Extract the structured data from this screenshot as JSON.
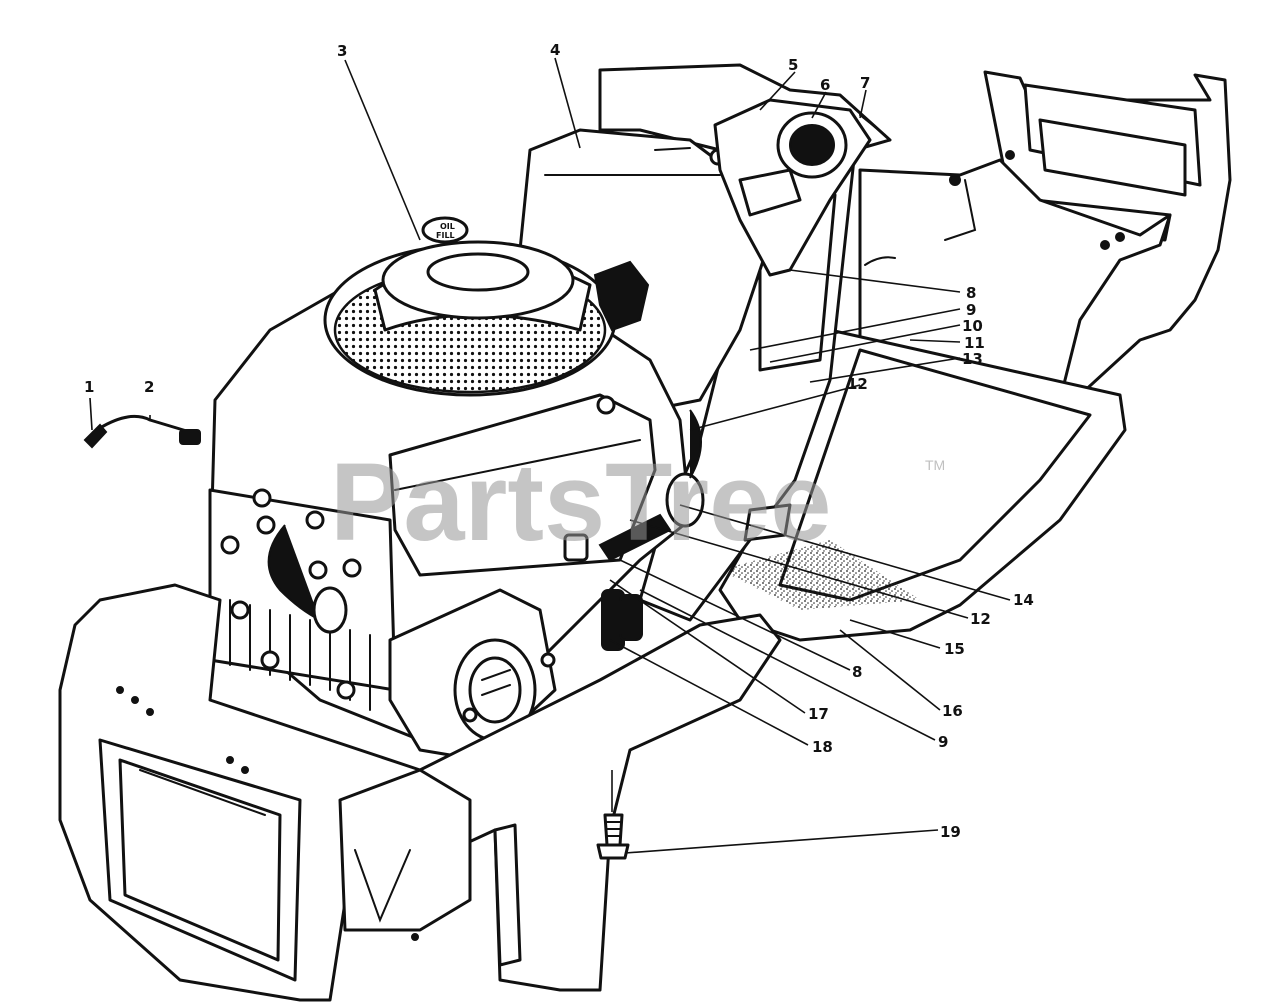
{
  "watermark": {
    "text": "PartsTree",
    "tm": "TM"
  },
  "oil_fill_cap": {
    "line1": "OIL",
    "line2": "FILL"
  },
  "callouts": [
    {
      "id": "c1",
      "label": "1"
    },
    {
      "id": "c2",
      "label": "2"
    },
    {
      "id": "c3",
      "label": "3"
    },
    {
      "id": "c4",
      "label": "4"
    },
    {
      "id": "c5",
      "label": "5"
    },
    {
      "id": "c6",
      "label": "6"
    },
    {
      "id": "c7",
      "label": "7"
    },
    {
      "id": "c8a",
      "label": "8"
    },
    {
      "id": "c9a",
      "label": "9"
    },
    {
      "id": "c10",
      "label": "10"
    },
    {
      "id": "c11",
      "label": "11"
    },
    {
      "id": "c13",
      "label": "13"
    },
    {
      "id": "c12a",
      "label": "12"
    },
    {
      "id": "c14",
      "label": "14"
    },
    {
      "id": "c12b",
      "label": "12"
    },
    {
      "id": "c15",
      "label": "15"
    },
    {
      "id": "c8b",
      "label": "8"
    },
    {
      "id": "c16",
      "label": "16"
    },
    {
      "id": "c17",
      "label": "17"
    },
    {
      "id": "c9b",
      "label": "9"
    },
    {
      "id": "c18",
      "label": "18"
    },
    {
      "id": "c19",
      "label": "19"
    }
  ]
}
